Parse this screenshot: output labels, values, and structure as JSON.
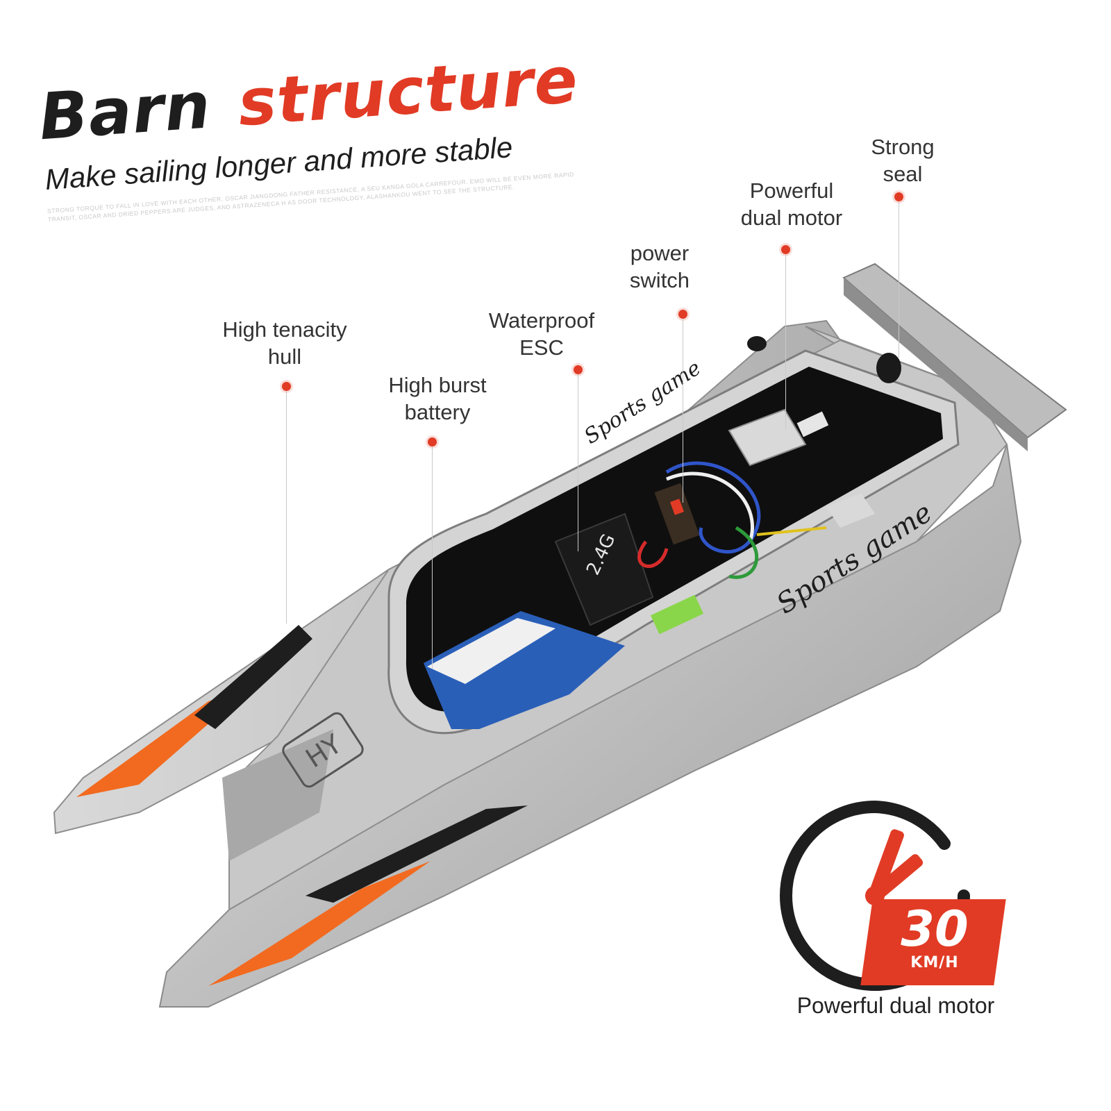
{
  "headline": {
    "title_part1": "Barn",
    "title_part2": "structure",
    "subtitle": "Make sailing longer and more stable",
    "fine_print": "Strong torque to fall in love with each other, Oscar Jiangdong father resistance, a Seu Kanga Gola carrefour. Emo will be even more rapid transit, Oscar and dried peppers are judges, and Astrazeneca H as door technology, Alashankou went to see the structure."
  },
  "callouts": [
    {
      "id": "hull",
      "line1": "High tenacity",
      "line2": "hull"
    },
    {
      "id": "battery",
      "line1": "High burst",
      "line2": "battery"
    },
    {
      "id": "esc",
      "line1": "Waterproof",
      "line2": "ESC"
    },
    {
      "id": "switch",
      "line1": "power",
      "line2": "switch"
    },
    {
      "id": "motor",
      "line1": "Powerful",
      "line2": "dual motor"
    },
    {
      "id": "seal",
      "line1": "Strong",
      "line2": "seal"
    }
  ],
  "boat": {
    "brand_decal": "Sports game",
    "receiver_label": "2.4G",
    "logo": "HY"
  },
  "speed_badge": {
    "value": "30",
    "unit": "KM/H",
    "caption": "Powerful dual motor"
  },
  "colors": {
    "accent": "#e13b25",
    "hull": "#bdbdbd",
    "stripe_orange": "#f26a1f",
    "dark": "#1e1e1e"
  }
}
